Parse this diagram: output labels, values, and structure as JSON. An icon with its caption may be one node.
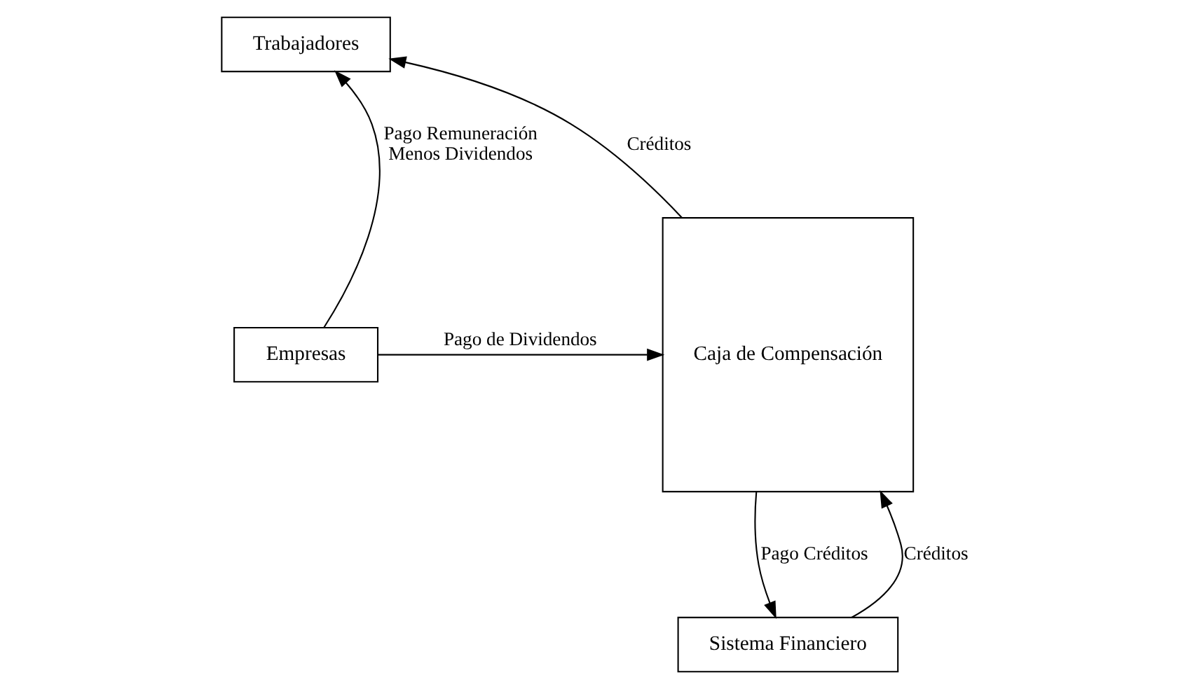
{
  "diagram": {
    "nodes": [
      {
        "text": [
          "Trabajadores"
        ]
      },
      {
        "text": [
          "Empresas"
        ]
      },
      {
        "text": [
          "Caja de Compensación"
        ]
      },
      {
        "text": [
          "Sistema Financiero"
        ]
      }
    ],
    "edges": [
      {
        "from": 2,
        "to": 0,
        "arrow": "to",
        "label": "Créditos"
      },
      {
        "from": 1,
        "to": 0,
        "arrow": "to",
        "label": "Pago Remuneración Menos Dividendos"
      },
      {
        "from": 1,
        "to": 2,
        "arrow": "to",
        "label": "Pago de Dividendos"
      },
      {
        "from": 3,
        "to": 2,
        "arrow": "to",
        "label": "Créditos"
      },
      {
        "from": 2,
        "to": 3,
        "arrow": "to",
        "label": "Pago Créditos"
      }
    ]
  }
}
